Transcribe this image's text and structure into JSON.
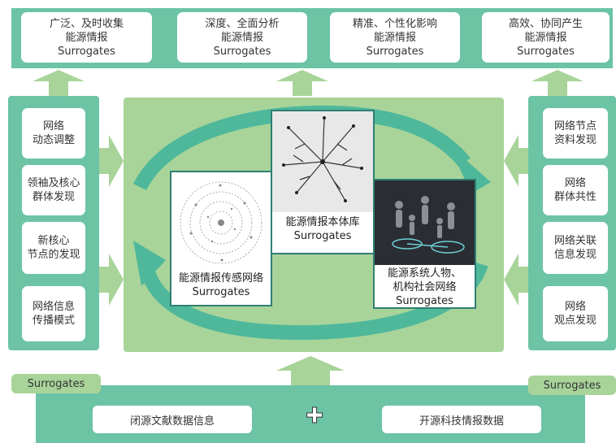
{
  "top_boxes": [
    {
      "line1": "广泛、及时收集",
      "line2": "能源情报",
      "line3": "Surrogates"
    },
    {
      "line1": "深度、全面分析",
      "line2": "能源情报",
      "line3": "Surrogates"
    },
    {
      "line1": "精准、个性化影响",
      "line2": "能源情报",
      "line3": "Surrogates"
    },
    {
      "line1": "高效、协同产生",
      "line2": "能源情报",
      "line3": "Surrogates"
    }
  ],
  "left_boxes": [
    {
      "line1": "网络",
      "line2": "动态调整"
    },
    {
      "line1": "领袖及核心",
      "line2": "群体发现"
    },
    {
      "line1": "新核心",
      "line2": "节点的发现"
    },
    {
      "line1": "网络信息",
      "line2": "传播模式"
    }
  ],
  "right_boxes": [
    {
      "line1": "网络节点",
      "line2": "资料发现"
    },
    {
      "line1": "网络",
      "line2": "群体共性"
    },
    {
      "line1": "网络关联",
      "line2": "信息发现"
    },
    {
      "line1": "网络",
      "line2": "观点发现"
    }
  ],
  "center": {
    "sensor_network": {
      "line1": "能源情报传感网络",
      "line2": "Surrogates"
    },
    "ontology_library": {
      "line1": "能源情报本体库",
      "line2": "Surrogates"
    },
    "social_network": {
      "line1": "能源系统人物、",
      "line2": "机构社会网络",
      "line3": "Surrogates"
    }
  },
  "bottom": {
    "left_tab": "Surrogates",
    "right_tab": "Surrogates",
    "closed_source": "闭源文献数据信息",
    "plus_symbol": "✚",
    "open_source": "开源科技情报数据"
  },
  "colors": {
    "teal": "#6cc4a5",
    "light_green": "#a8d49a",
    "arrow_green": "#a8d49a",
    "border": "#2f7f72"
  }
}
